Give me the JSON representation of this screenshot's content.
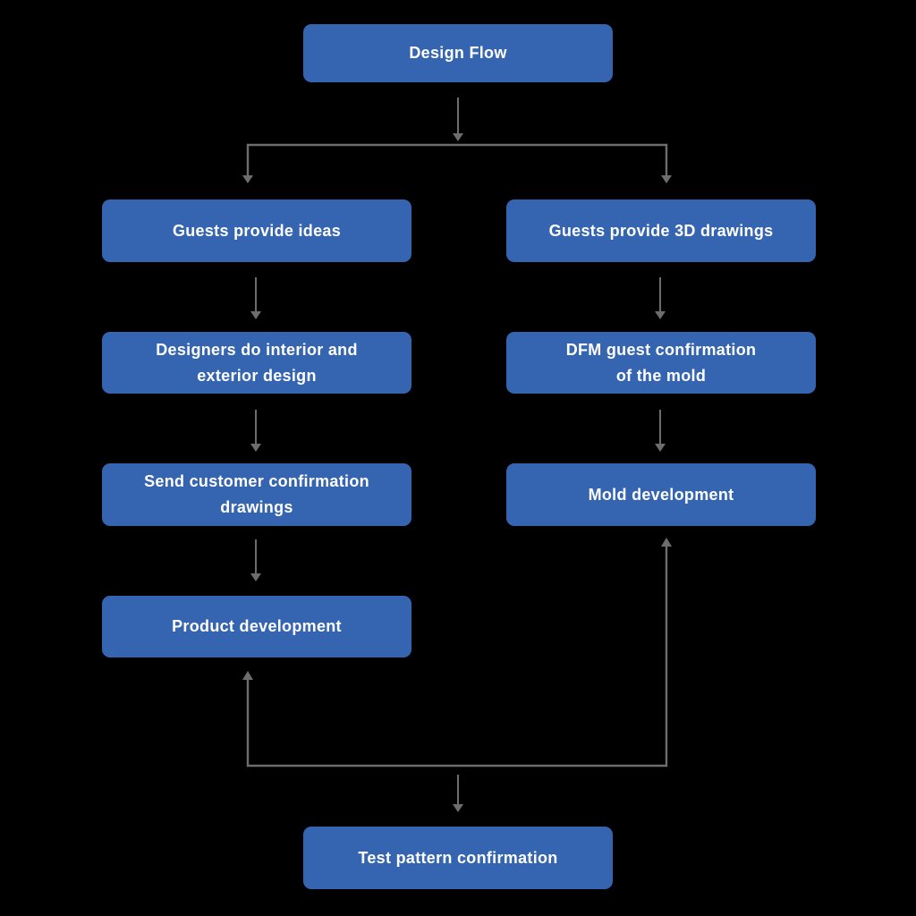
{
  "diagram": {
    "title": "Design Flow",
    "background": "#000000",
    "colors": {
      "node_fill": "#3565b1",
      "node_text": "#ffffff",
      "connector": "#6d6d6d"
    },
    "nodes": {
      "design_flow": {
        "label": "Design Flow"
      },
      "guests_ideas": {
        "label": "Guests provide ideas"
      },
      "guests_3d": {
        "label": "Guests provide 3D drawings"
      },
      "designers": {
        "label": "Designers do interior and\nexterior design"
      },
      "dfm": {
        "label": "DFM guest confirmation\nof the mold"
      },
      "send_drawings": {
        "label": "Send customer confirmation\ndrawings"
      },
      "mold_dev": {
        "label": "Mold development"
      },
      "product_dev": {
        "label": "Product development"
      },
      "test_pattern": {
        "label": "Test pattern confirmation"
      }
    },
    "edges": [
      {
        "from": "design_flow",
        "to": "guests_ideas"
      },
      {
        "from": "design_flow",
        "to": "guests_3d"
      },
      {
        "from": "guests_ideas",
        "to": "designers"
      },
      {
        "from": "designers",
        "to": "send_drawings"
      },
      {
        "from": "send_drawings",
        "to": "product_dev"
      },
      {
        "from": "guests_3d",
        "to": "dfm"
      },
      {
        "from": "dfm",
        "to": "mold_dev"
      },
      {
        "from": "test_pattern",
        "to": "product_dev"
      },
      {
        "from": "test_pattern",
        "to": "mold_dev"
      },
      {
        "from": "feedback_junction",
        "to": "test_pattern"
      }
    ]
  }
}
